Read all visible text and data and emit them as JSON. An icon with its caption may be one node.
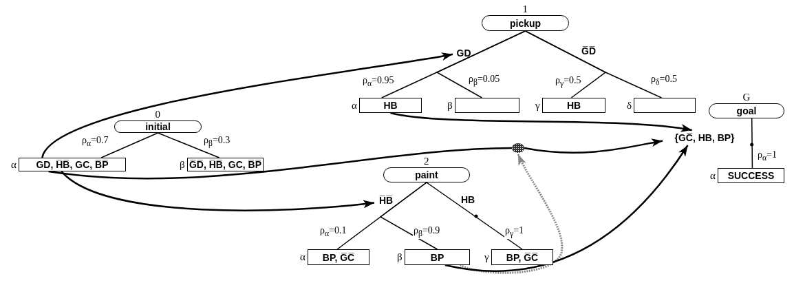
{
  "diagram": {
    "nodes": [
      {
        "text": [
          "initial"
        ],
        "beside": [
          "0"
        ]
      },
      {
        "text": [
          "GD, H̅B̅, GC, B̅P̅"
        ],
        "beside": [
          "α"
        ]
      },
      {
        "text": [
          "G̅D̅, H̅B̅, GC, B̅P̅"
        ],
        "beside": [
          "β"
        ]
      },
      {
        "text": [
          "pickup"
        ],
        "beside": [
          "1"
        ]
      },
      {
        "text": [
          "GD"
        ]
      },
      {
        "text": [
          "HB"
        ],
        "beside": [
          "α"
        ]
      },
      {
        "text": [],
        "shape": "box",
        "beside": [
          "β"
        ]
      },
      {
        "text": [
          "HB"
        ],
        "beside": [
          "γ"
        ]
      },
      {
        "text": [],
        "shape": "box",
        "beside": [
          "δ"
        ]
      },
      {
        "text": [
          "goal"
        ],
        "beside": [
          "G"
        ]
      },
      {
        "text": [
          "{GC̅, HB, BP}"
        ]
      },
      {
        "text": [
          "SUCCESS"
        ],
        "beside": [
          "α"
        ]
      },
      {
        "text": [],
        "shape": "circle"
      },
      {
        "text": [
          "paint"
        ],
        "beside": [
          "2"
        ]
      },
      {
        "text": [
          "H̅B̅"
        ]
      },
      {
        "text": [
          "BP, G̅C̅"
        ],
        "beside": [
          "α"
        ]
      },
      {
        "text": [
          "BP"
        ],
        "beside": [
          "β"
        ]
      },
      {
        "text": [
          "BP, G̅C̅"
        ],
        "beside": [
          "γ"
        ]
      }
    ],
    "edges": [
      {
        "from": 0,
        "to": 1,
        "arrow": "none",
        "label": "ρ$_{α}$=0.7"
      },
      {
        "from": 0,
        "to": 2,
        "arrow": "none",
        "label": "ρ$_{β}$=0.3"
      },
      {
        "from": 3,
        "to": 5,
        "arrow": "none",
        "label": "ρ$_{α}$=0.95"
      },
      {
        "from": 3,
        "to": 6,
        "arrow": "none",
        "label": "ρ$_{β}$=0.05"
      },
      {
        "from": 3,
        "to": 7,
        "arrow": "none",
        "label": "ρ$_{γ}$=0.5"
      },
      {
        "from": 3,
        "to": 8,
        "arrow": "none",
        "label": "ρ$_{δ}$=0.5"
      },
      {
        "from": 9,
        "to": 11,
        "arrow": "none",
        "label": "ρ$_{α}$=1"
      },
      {
        "from": 13,
        "to": 15,
        "arrow": "none",
        "label": "ρ$_{α}$=0.1"
      },
      {
        "from": 13,
        "to": 16,
        "arrow": "none",
        "label": "ρ$_{β}$=0.9"
      },
      {
        "from": 13,
        "to": 17,
        "arrow": "none",
        "label": "ρ$_{γ}$=1"
      },
      {
        "from": 1,
        "to": 4,
        "arrow": "to"
      },
      {
        "from": 1,
        "to": 14,
        "arrow": "to"
      },
      {
        "from": 1,
        "to": 12,
        "arrow": "none"
      },
      {
        "from": 12,
        "to": 10,
        "arrow": "to"
      },
      {
        "from": 5,
        "to": 10,
        "arrow": "to"
      },
      {
        "from": 16,
        "to": 12,
        "arrow": "to",
        "style": "dashed",
        "color": "#888888"
      },
      {
        "from": 16,
        "to": 10,
        "arrow": "to"
      }
    ],
    "labels": [
      "G̅D̅",
      "HB"
    ]
  }
}
